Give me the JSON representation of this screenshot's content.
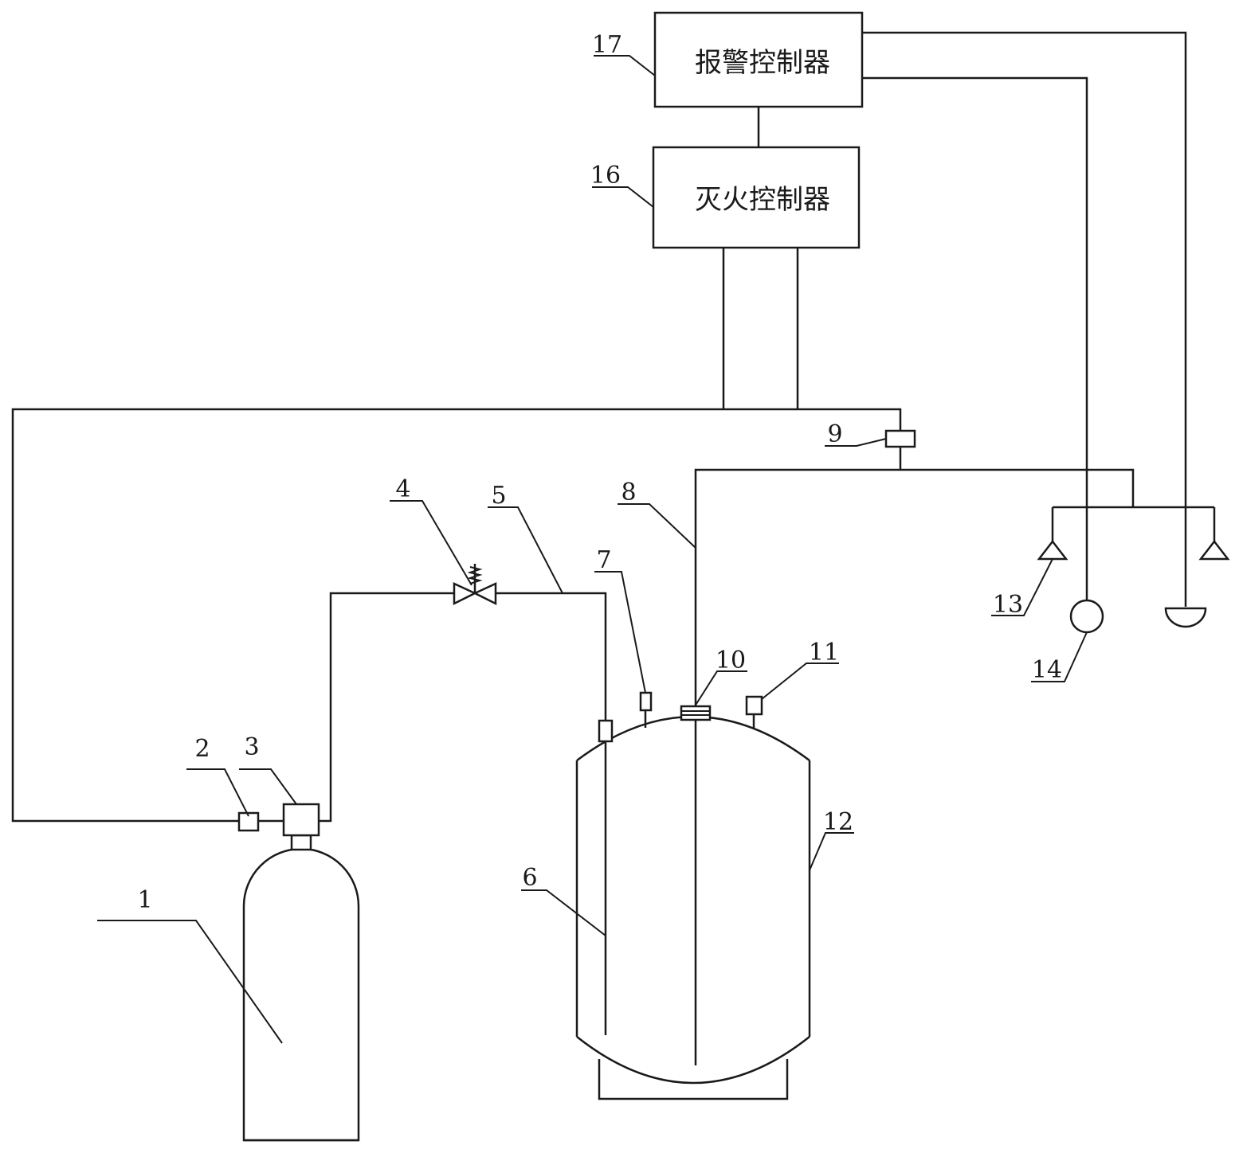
{
  "controllers": {
    "alarm": {
      "number": "17",
      "label": "报警控制器"
    },
    "extinguish": {
      "number": "16",
      "label": "灭火控制器"
    }
  },
  "callouts": {
    "c1": "1",
    "c2": "2",
    "c3": "3",
    "c4": "4",
    "c5": "5",
    "c6": "6",
    "c7": "7",
    "c8": "8",
    "c9": "9",
    "c10": "10",
    "c11": "11",
    "c12": "12",
    "c13": "13",
    "c14": "14"
  }
}
